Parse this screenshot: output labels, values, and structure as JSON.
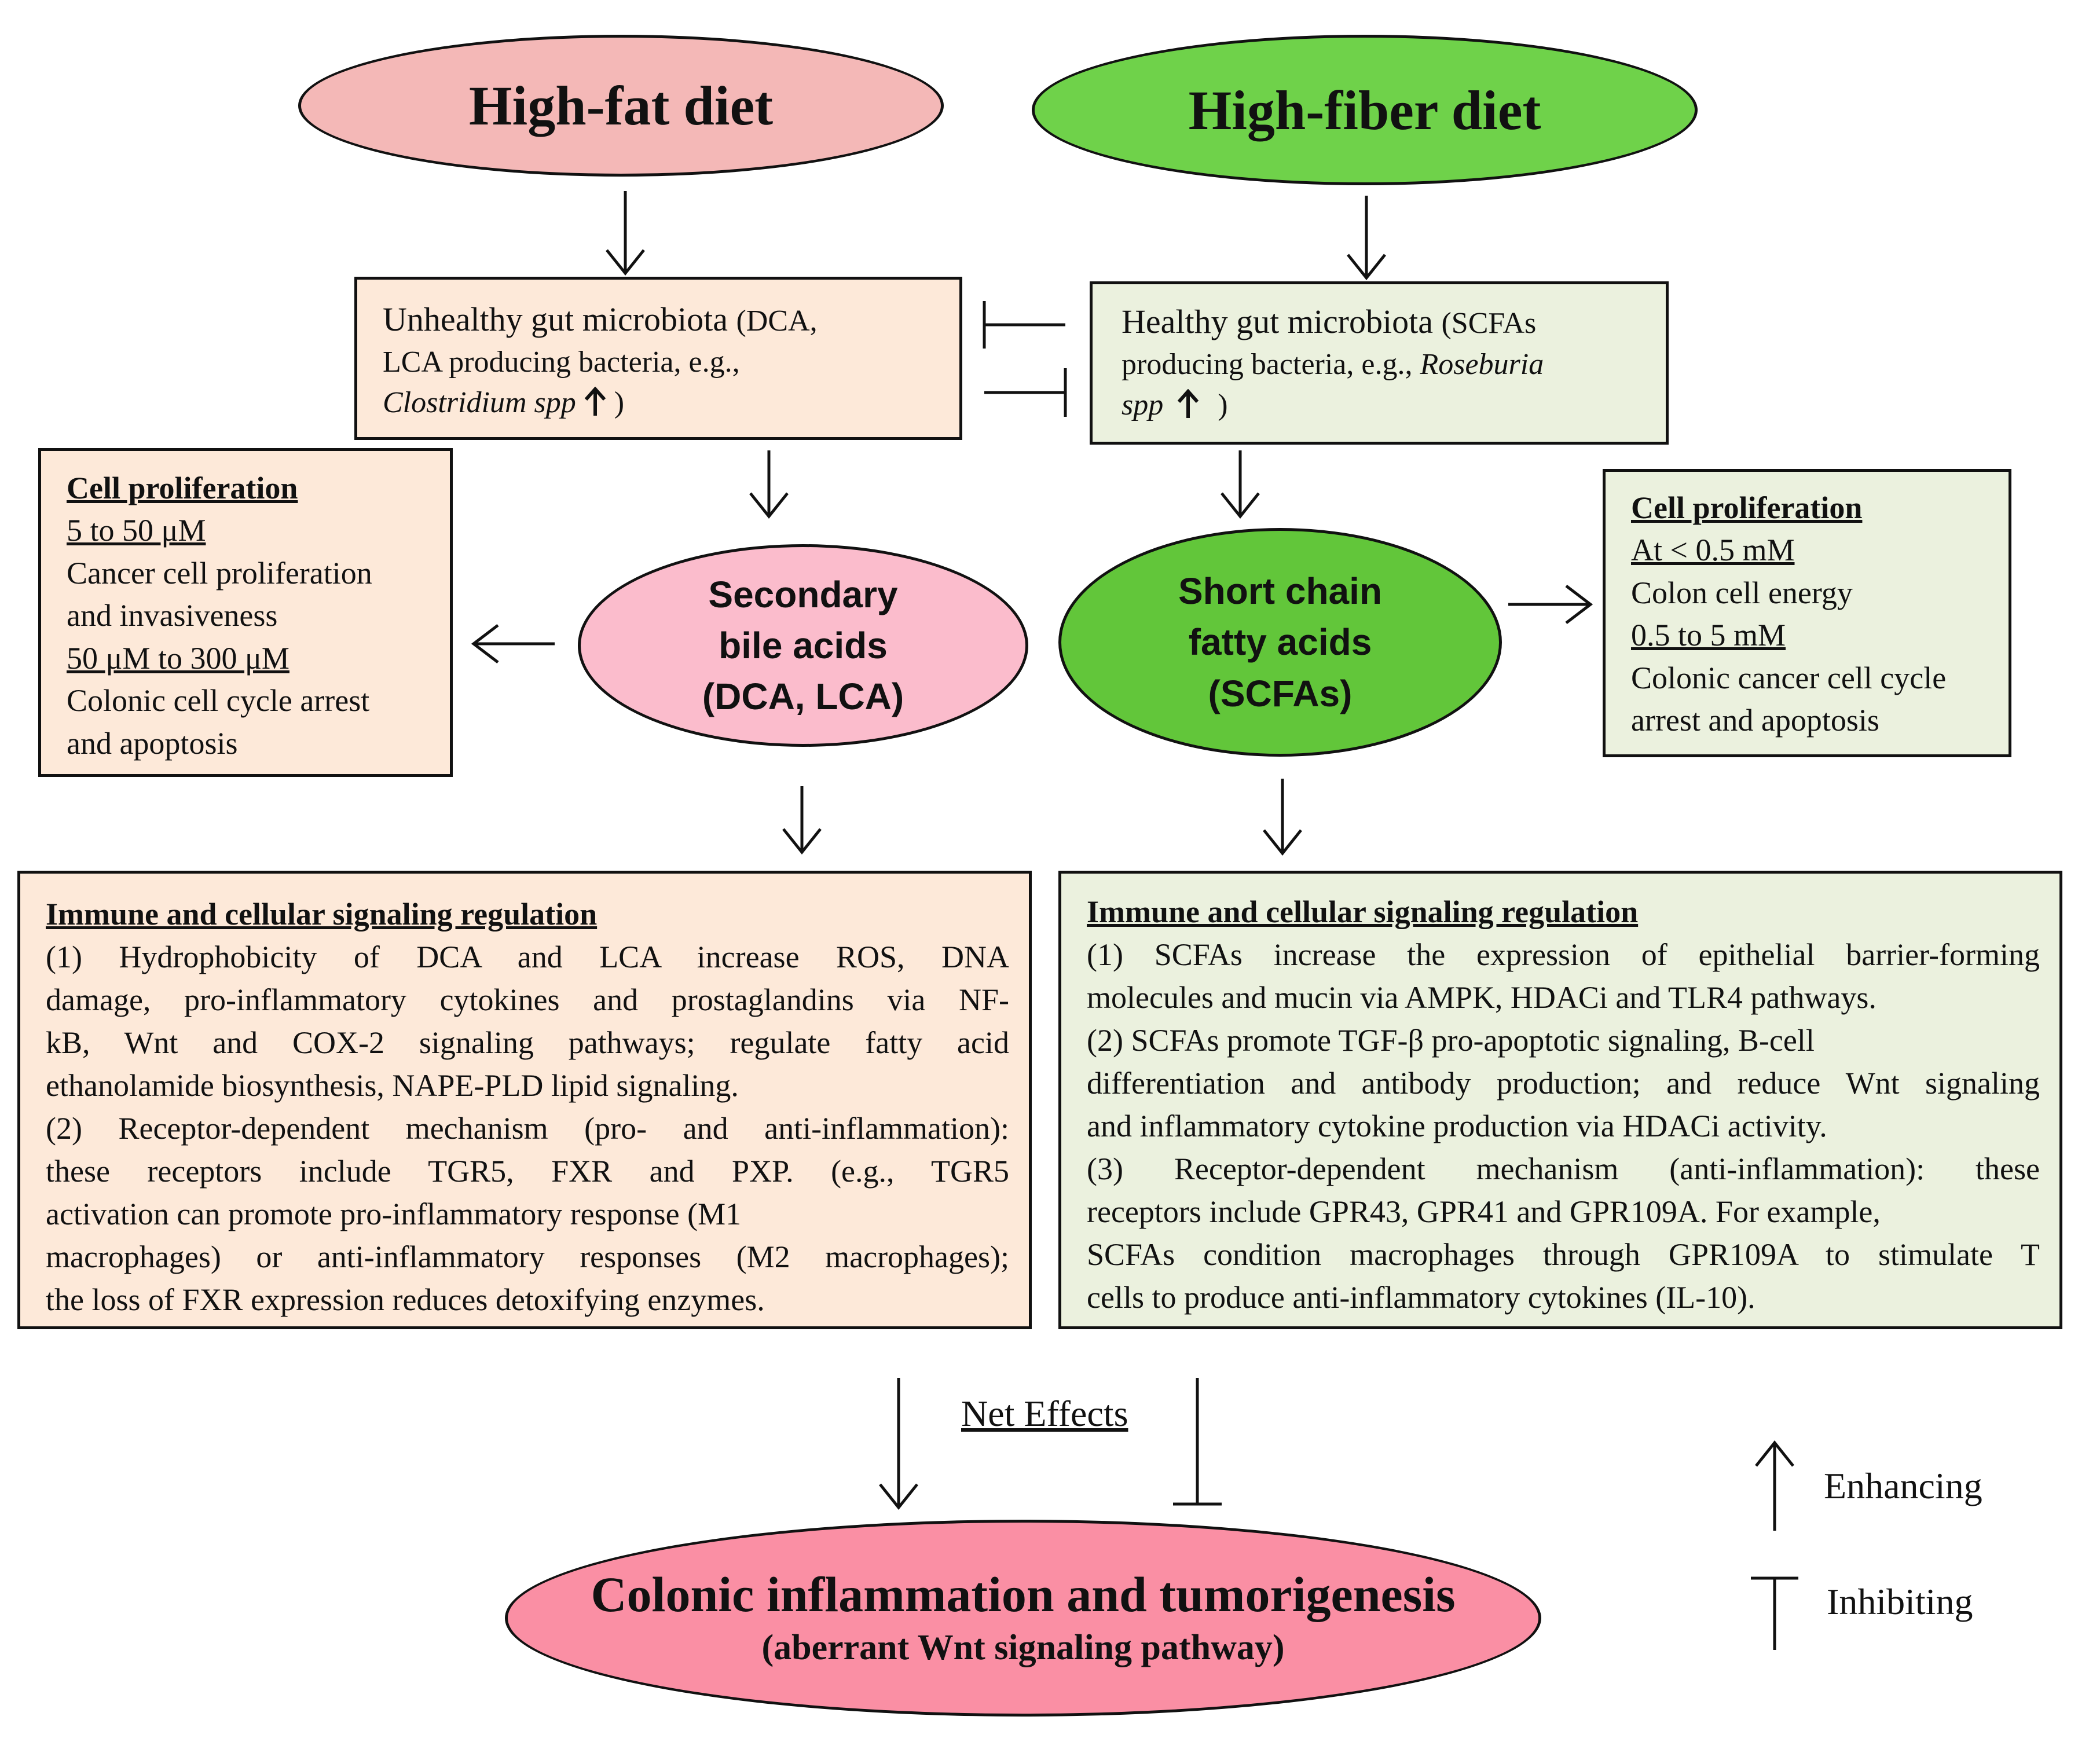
{
  "colors": {
    "high_fat": "#f4b8b7",
    "high_fiber": "#6fd24a",
    "unhealthy_fill": "#fde9d9",
    "healthy_fill": "#ebf1de",
    "secondary_bile": "#fbbccc",
    "scfa": "#62c63a",
    "outcome": "#fa8fa4",
    "stroke": "#111111"
  },
  "diets": {
    "high_fat": "High-fat diet",
    "high_fiber": "High-fiber diet"
  },
  "unhealthy": {
    "title": "Unhealthy gut microbiota",
    "detail": "(DCA,",
    "line2": "LCA producing bacteria, e.g.,",
    "genus": "Clostridium spp",
    "close": ")"
  },
  "healthy": {
    "title": "Healthy gut microbiota",
    "detail": "(SCFAs",
    "line2_pre": "producing bacteria, e.g.,",
    "genus_part1": "Roseburia",
    "genus_part2": "spp",
    "close": ")"
  },
  "bile_acids": {
    "line1": "Secondary",
    "line2": "bile acids",
    "line3": "(DCA, LCA)"
  },
  "scfas": {
    "line1": "Short chain",
    "line2": "fatty acids",
    "line3": "(SCFAs)"
  },
  "left_prolif": {
    "title": "Cell proliferation",
    "range1": "5 to 50 μM",
    "effect1_line1": "Cancer cell proliferation",
    "effect1_line2": "and invasiveness",
    "range2": "50 μM to 300 μM",
    "effect2_line1": "Colonic cell cycle arrest",
    "effect2_line2": "and apoptosis"
  },
  "right_prolif": {
    "title": "Cell proliferation",
    "range1": "At < 0.5 mM",
    "effect1": "Colon cell energy",
    "range2": "0.5 to 5 mM",
    "effect2_line1": "Colonic cancer cell cycle",
    "effect2_line2": "arrest and apoptosis"
  },
  "left_signal": {
    "title": "Immune and cellular signaling regulation",
    "lines": [
      "(1) Hydrophobicity of DCA and LCA increase ROS, DNA",
      "damage, pro-inflammatory cytokines and prostaglandins via NF-",
      "kB, Wnt and COX-2 signaling pathways; regulate fatty acid",
      "ethanolamide biosynthesis, NAPE-PLD lipid signaling.",
      "(2) Receptor-dependent mechanism (pro- and anti-inflammation):",
      "these receptors include TGR5, FXR and PXP. (e.g., TGR5",
      "activation can promote pro-inflammatory response (M1",
      "macrophages) or anti-inflammatory responses (M2 macrophages);",
      "the loss of FXR expression reduces detoxifying enzymes."
    ]
  },
  "right_signal": {
    "title": "Immune and cellular signaling regulation",
    "lines": [
      "(1) SCFAs increase the expression of epithelial barrier-forming",
      "molecules and mucin via AMPK, HDACi and TLR4 pathways.",
      "(2) SCFAs promote TGF-β pro-apoptotic signaling, B-cell",
      "differentiation and antibody production; and reduce Wnt signaling",
      "and inflammatory cytokine production via HDACi activity.",
      "(3) Receptor-dependent mechanism (anti-inflammation): these",
      "receptors include GPR43, GPR41 and GPR109A. For example,",
      "SCFAs condition macrophages through GPR109A to stimulate T",
      "cells to produce anti-inflammatory cytokines (IL-10)."
    ]
  },
  "net_effects": "Net Effects",
  "outcome": {
    "title": "Colonic inflammation and tumorigenesis",
    "subtitle": "(aberrant Wnt signaling pathway)"
  },
  "legend": {
    "enhancing": "Enhancing",
    "inhibiting": "Inhibiting"
  }
}
